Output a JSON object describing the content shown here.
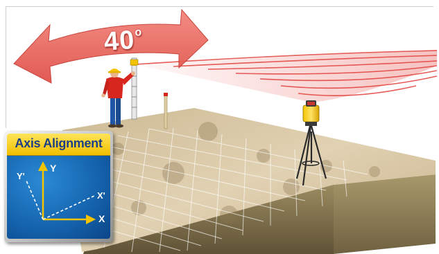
{
  "angle": {
    "value": "40",
    "unit": "o"
  },
  "axis_card": {
    "title": "Axis Alignment",
    "y_label": "Y",
    "y_prime_label": "Y'",
    "x_label": "X",
    "x_prime_label": "X'"
  },
  "colors": {
    "arc_red": "#e8524a",
    "beam_red": "#e0352f",
    "card_title_yellow": "#f5c400",
    "card_title_text": "#1c3f86",
    "card_body_blue": "#1565b0",
    "soil_top": "#d7c4a3",
    "soil_side": "#8c7a52",
    "worker_shirt": "#d7261e",
    "worker_pants": "#1f57a6",
    "hard_hat": "#f6c400"
  },
  "icons": {
    "rotation_arrow": "double-headed-curved-arrow-icon",
    "laser_level": "rotary-laser-level-icon",
    "worker": "construction-worker-icon",
    "grade_rod": "grade-rod-icon",
    "stake": "grade-stake-icon",
    "tripod": "tripod-icon"
  }
}
